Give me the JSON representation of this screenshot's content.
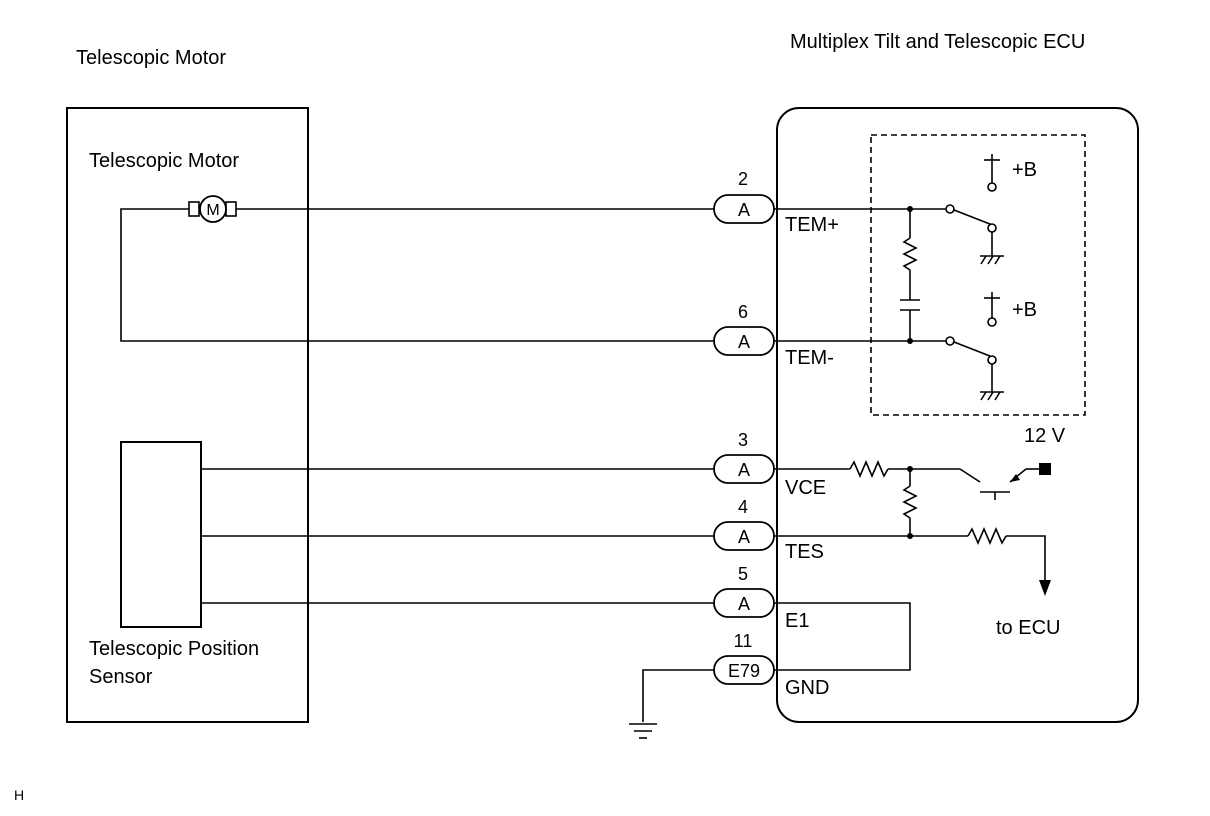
{
  "labels": {
    "left_component": "Telescopic Motor",
    "right_component": "Multiplex Tilt and Telescopic ECU",
    "motor": "Telescopic Motor",
    "motor_symbol": "M",
    "sensor": [
      "Telescopic Position",
      "Sensor"
    ],
    "plus_b": "+B",
    "voltage": "12 V",
    "to_ecu": "to ECU",
    "footer": "H"
  },
  "connectors": [
    {
      "pin": "2",
      "connector": "A",
      "signal": "TEM+"
    },
    {
      "pin": "6",
      "connector": "A",
      "signal": "TEM-"
    },
    {
      "pin": "3",
      "connector": "A",
      "signal": "VCE"
    },
    {
      "pin": "4",
      "connector": "A",
      "signal": "TES"
    },
    {
      "pin": "5",
      "connector": "A",
      "signal": "E1"
    },
    {
      "pin": "11",
      "connector": "E79",
      "signal": "GND"
    }
  ],
  "icons": [
    "motor-icon",
    "resistor-icon",
    "capacitor-icon",
    "switch-icon",
    "ground-icon",
    "transistor-icon",
    "arrow-down-icon"
  ]
}
